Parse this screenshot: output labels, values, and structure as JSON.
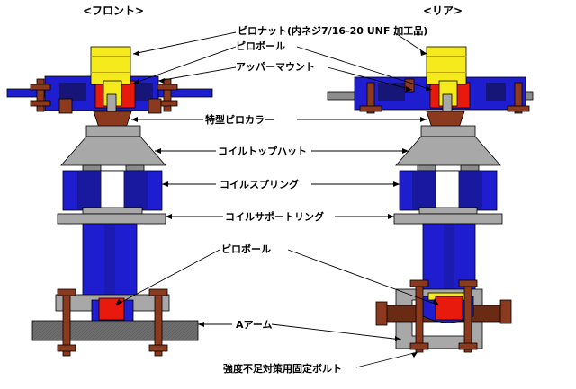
{
  "headers": {
    "front": "<フロント>",
    "rear": "<リア>"
  },
  "labels": {
    "pillow_nut": "ピロナット(内ネジ7/16-20 UNF 加工品)",
    "pillow_ball_top": "ピロボール",
    "upper_mount": "アッパーマウント",
    "pillow_collar": "特型ピロカラー",
    "coil_top_hat": "コイルトップハット",
    "coil_spring": "コイルスプリング",
    "coil_support_ring": "コイルサポートリング",
    "pillow_ball_bottom": "ピロボール",
    "a_arm": "Aアーム",
    "reinforcement_bolt": "強度不足対策用固定ボルト"
  },
  "colors": {
    "nut": "#f4ea1c",
    "mount": "#1e1ed0",
    "ball": "#e81a0e",
    "bolt": "#8b3a1e",
    "gray": "#a8a8a8",
    "plate": "#8c8c8c",
    "arm": "#6e6e6e",
    "dark_blue": "#161678"
  }
}
